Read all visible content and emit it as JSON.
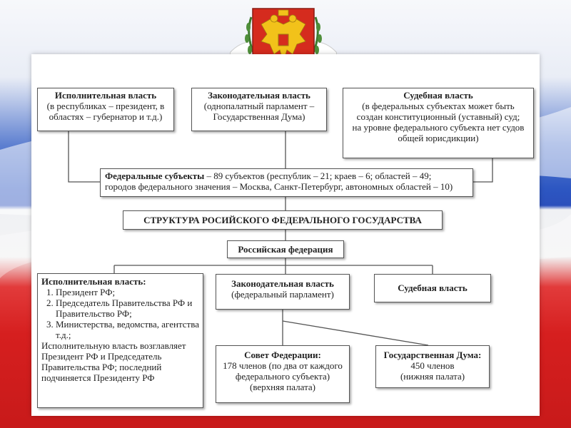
{
  "emblem": {
    "icon": "russian-coat-of-arms-icon",
    "colors": {
      "shield": "#d52b1e",
      "eagle": "#f2c21a",
      "ribbon_white": "#ffffff",
      "ribbon_blue": "#2c54c4",
      "ribbon_red": "#d52b1e"
    }
  },
  "top": {
    "executive": {
      "title": "Исполнительная власть",
      "lines": [
        "(в республиках – президент, в",
        "областях – губернатор и т.д.)"
      ]
    },
    "legislative": {
      "title": "Законодательная власть",
      "lines": [
        "(однопалатный парламент –",
        "Государственная Дума)"
      ]
    },
    "judicial": {
      "title": "Судебная власть",
      "lines": [
        "(в федеральных субъектах может быть",
        "создан конституционный (уставный) суд;",
        "на уровне федерального субъекта нет судов",
        "общей юрисдикции)"
      ]
    }
  },
  "subjects": {
    "title": "Федеральные субъекты",
    "line1": " – 89 субъектов (республик – 21; краев – 6; областей – 49;",
    "line2": "городов федерального значения – Москва, Санкт-Петербург, автономных областей – 10)"
  },
  "structure_title": "СТРУКТУРА РОСИЙСКОГО ФЕДЕРАЛЬНОГО ГОСУДАРСТВА",
  "federation": "Российская федерация",
  "bottom": {
    "executive": {
      "title": "Исполнительная власть:",
      "items": [
        "Президент РФ;",
        "Председатель Правительства РФ и Правительство РФ;",
        "Министерства, ведомства, агентства т.д.;"
      ],
      "note": "Исполнительную власть возглавляет Президент РФ и Председатель Правительства РФ; последний подчиняется Президенту РФ"
    },
    "legislative": {
      "title": "Законодательная власть",
      "subtitle": "(федеральный парламент)"
    },
    "judicial": {
      "title": "Судебная власть"
    },
    "council": {
      "title": "Совет Федерации:",
      "lines": [
        "178 членов (по два от каждого",
        "федерального субъекта)",
        "(верхняя палата)"
      ]
    },
    "duma": {
      "title": "Государственная Дума:",
      "lines": [
        "450 членов",
        "(нижняя палата)"
      ]
    }
  }
}
